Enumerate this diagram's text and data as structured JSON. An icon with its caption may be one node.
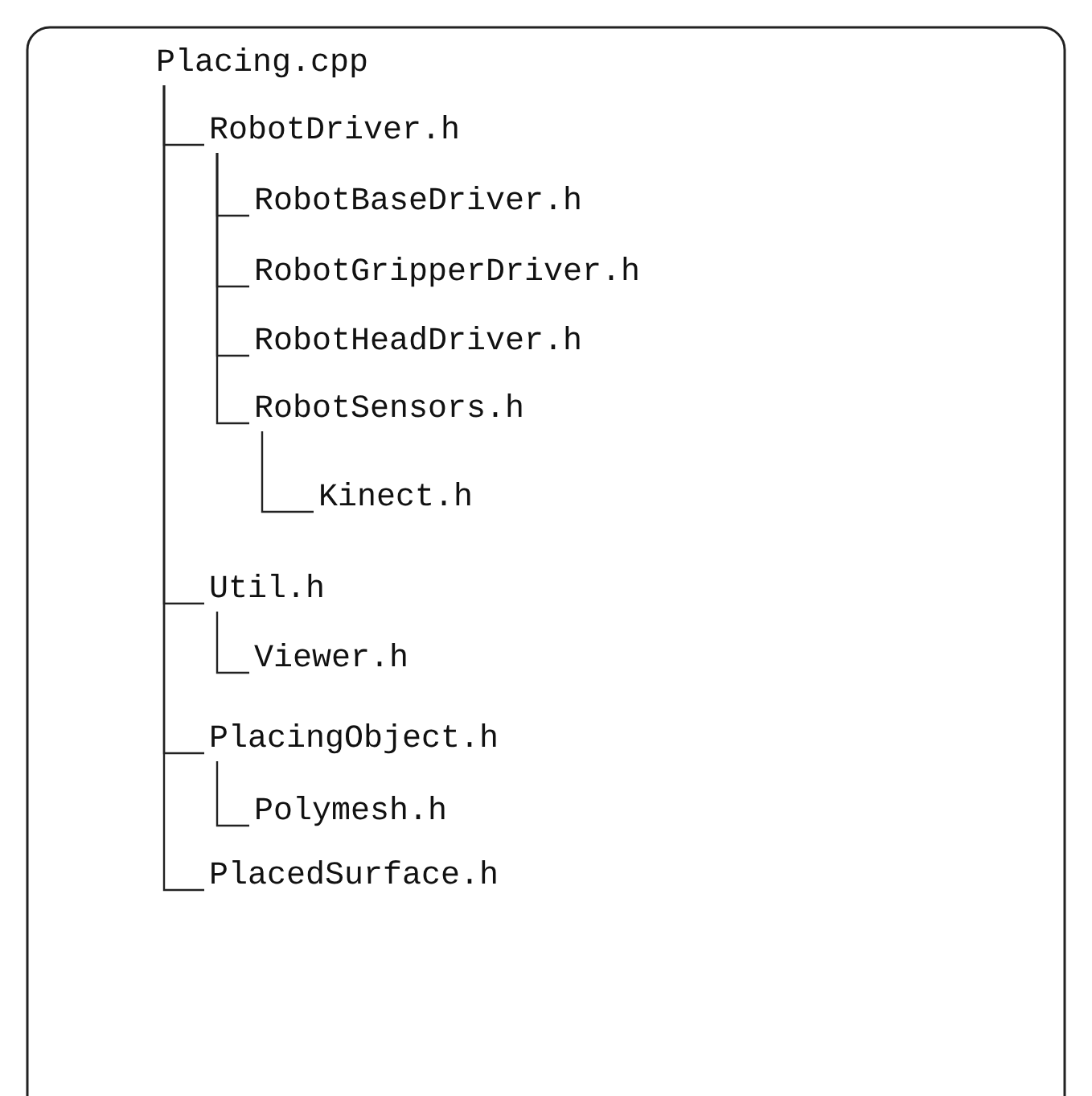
{
  "diagram": {
    "nodes": [
      {
        "text": [
          "Placing.cpp"
        ]
      },
      {
        "text": [
          "RobotDriver.h"
        ]
      },
      {
        "text": [
          "RobotBaseDriver.h"
        ]
      },
      {
        "text": [
          "RobotGripperDriver.h"
        ]
      },
      {
        "text": [
          "RobotHeadDriver.h"
        ]
      },
      {
        "text": [
          "RobotSensors.h"
        ]
      },
      {
        "text": [
          "Kinect.h"
        ]
      },
      {
        "text": [
          "Util.h"
        ]
      },
      {
        "text": [
          "Viewer.h"
        ]
      },
      {
        "text": [
          "PlacingObject.h"
        ]
      },
      {
        "text": [
          "Polymesh.h"
        ]
      },
      {
        "text": [
          "PlacedSurface.h"
        ]
      }
    ],
    "edges": [
      {
        "from": 0,
        "to": 1,
        "arrow": "none"
      },
      {
        "from": 1,
        "to": 2,
        "arrow": "none"
      },
      {
        "from": 1,
        "to": 3,
        "arrow": "none"
      },
      {
        "from": 1,
        "to": 4,
        "arrow": "none"
      },
      {
        "from": 1,
        "to": 5,
        "arrow": "none"
      },
      {
        "from": 5,
        "to": 6,
        "arrow": "none"
      },
      {
        "from": 0,
        "to": 7,
        "arrow": "none"
      },
      {
        "from": 7,
        "to": 8,
        "arrow": "none"
      },
      {
        "from": 0,
        "to": 9,
        "arrow": "none"
      },
      {
        "from": 9,
        "to": 10,
        "arrow": "none"
      },
      {
        "from": 0,
        "to": 11,
        "arrow": "none"
      }
    ]
  }
}
